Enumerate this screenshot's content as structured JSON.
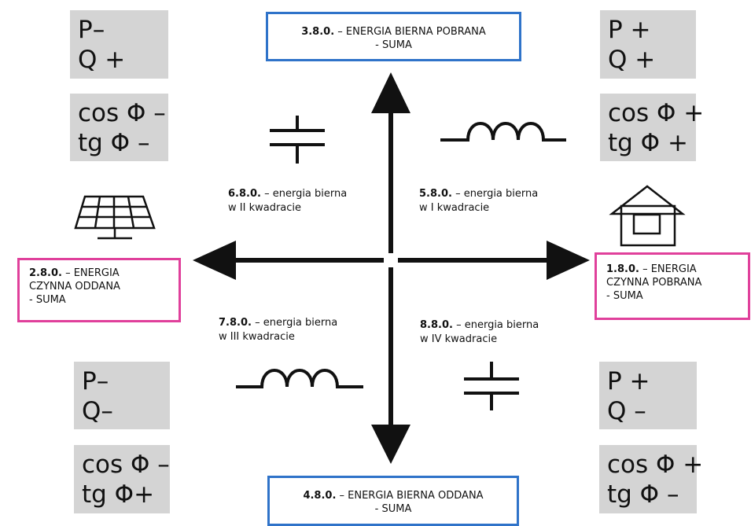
{
  "colors": {
    "axis": "#111111",
    "grey_box": "#d4d4d4",
    "blue_border": "#2f73c9",
    "pink_border": "#e0409b"
  },
  "top_box": {
    "code": "3.8.0.",
    "rest": " – ENERGIA BIERNA POBRANA",
    "line2": "- SUMA"
  },
  "bottom_box": {
    "code": "4.8.0.",
    "rest": " – ENERGIA BIERNA ODDANA",
    "line2": "- SUMA"
  },
  "left_box": {
    "code": "2.8.0.",
    "rest": " – ENERGIA",
    "line2": "CZYNNA ODDANA",
    "line3": "- SUMA"
  },
  "right_box": {
    "code": "1.8.0.",
    "rest": " – ENERGIA",
    "line2": "CZYNNA POBRANA",
    "line3": "- SUMA"
  },
  "quadrants": {
    "q1": {
      "code": "5.8.0.",
      "rest": " – energia bierna",
      "line2": "w I kwadracie",
      "symbol": "inductor"
    },
    "q2": {
      "code": "6.8.0.",
      "rest": " – energia bierna",
      "line2": "w II kwadracie",
      "symbol": "capacitor"
    },
    "q3": {
      "code": "7.8.0.",
      "rest": " – energia bierna",
      "line2": "w III kwadracie",
      "symbol": "inductor"
    },
    "q4": {
      "code": "8.8.0.",
      "rest": " – energia bierna",
      "line2": "w IV kwadracie",
      "symbol": "capacitor"
    }
  },
  "grey_boxes": {
    "tl_pq": [
      "P–",
      "Q +"
    ],
    "tl_cos": [
      "cos Φ –",
      "tg Φ –"
    ],
    "tr_pq": [
      "P +",
      "Q +"
    ],
    "tr_cos": [
      "cos Φ +",
      "tg Φ +"
    ],
    "bl_pq": [
      "P–",
      "Q–"
    ],
    "bl_cos": [
      "cos Φ –",
      "tg Φ+"
    ],
    "br_pq": [
      "P +",
      "Q –"
    ],
    "br_cos": [
      "cos Φ +",
      "tg Φ –"
    ]
  },
  "icons": {
    "left": "solar-panel-icon",
    "right": "house-icon"
  }
}
